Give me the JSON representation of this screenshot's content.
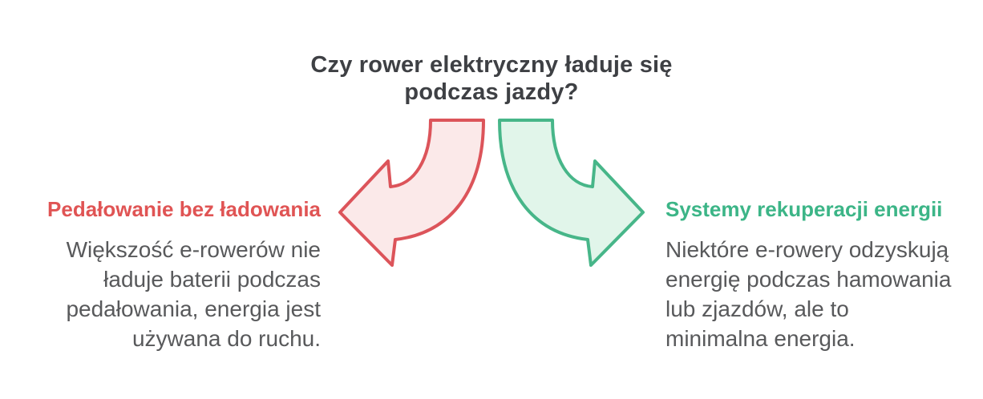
{
  "title": {
    "lines": [
      "Czy rower elektryczny ładuje się",
      "podczas jazdy?"
    ]
  },
  "left": {
    "heading": "Pedałowanie bez ładowania",
    "body_lines": [
      "Większość e-rowerów nie",
      "ładuje baterii podczas",
      "pedałowania, energia jest",
      "używana do ruchu."
    ]
  },
  "right": {
    "heading": "Systemy rekuperacji energii",
    "body_lines": [
      "Niektóre e-rowery odzyskują",
      "energię podczas hamowania",
      "lub zjazdów, ale to",
      "minimalna energia."
    ]
  },
  "colors": {
    "title_text": "#3e4044",
    "body_text": "#58595b",
    "red_accent": "#e05454",
    "red_arrow_stroke": "#dc545a",
    "red_arrow_fill": "#fbe9e9",
    "green_accent": "#3cb587",
    "green_arrow_stroke": "#47b689",
    "green_arrow_fill": "#e1f5ea",
    "background": "#ffffff"
  }
}
